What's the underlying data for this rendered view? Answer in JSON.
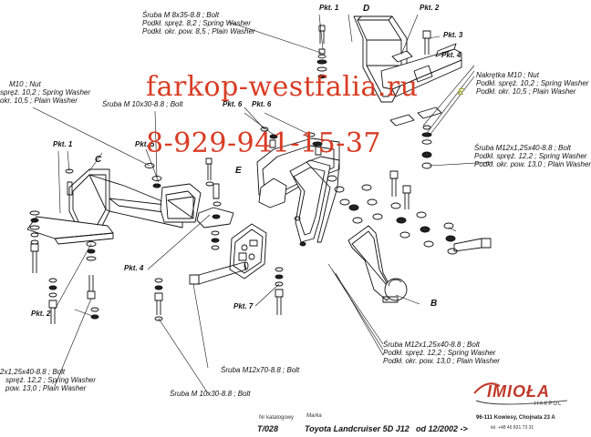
{
  "watermark": {
    "site": "farkop-westfalia.ru",
    "phone": "8-929-941-15-37"
  },
  "letters": {
    "d": "D",
    "c": "C",
    "e1": "E",
    "e2": "E",
    "b": "B"
  },
  "pkt": {
    "p1_top": "Pkt. 1",
    "p2_top": "Pkt. 2",
    "p3": "Pkt. 3",
    "p4_right": "Pkt. 4",
    "p1_left": "Pkt. 1",
    "p5": "Pkt. 5",
    "p6": "Pkt. 6",
    "p6b": "Pkt. 6",
    "p4_left": "Pkt. 4",
    "p2_left": "Pkt. 2",
    "p7": "Pkt. 7"
  },
  "callouts": {
    "top": [
      "Śruba M 8x35-8.8 ;  Bolt",
      "Podkł. spręż. 8,2 ; Spring Washer",
      "Podkł. okr. pow. 8,5 ; Plain Washer"
    ],
    "left_nut": [
      "M10 ; Nut",
      "spręż. 10,2 ; Spring Washer",
      "okr. 10,5 ; Plain Washer"
    ],
    "mid_bolt": "Śruba M 10x30-8.8 ;  Bolt",
    "right_nut": [
      "Nakrętka  M10 ; Nut",
      "Podkł. spręż. 10,2 ; Spring Washer",
      "Podkł. okr. 10,5 ; Plain Washer"
    ],
    "right_bolt": [
      "Śruba M12x1,25x40-8.8 ;  Bolt",
      "Podkł. spręż. 12,2 ; Spring Washer",
      "Podkł. okr. pow. 13,0 ; Plain Washer"
    ],
    "bottom_left": [
      "2x1,25x40-8.8 ;  Bolt",
      "spręż. 12,2 ; Spring Washer",
      "pow. 13,0 ; Plain Washer"
    ],
    "bolt_70": "Śruba M12x70-8.8 ;  Bolt",
    "bottom_right": [
      "Śruba M12x1,25x40-8.8 ;  Bolt",
      "Podkł. spręż. 12,2 ; Spring Washer",
      "Podkł. okr. pow. 13,0 ; Plain Washer"
    ],
    "bolt_30": "Śruba M 10x30-8.8 ;  Bolt"
  },
  "footer": {
    "catalog_label": "Nr katalogowy",
    "catalog_value": "T/028",
    "brand_label": "Marka",
    "model": "Toyota Landcruiser 5D J12",
    "date": "od 12/2002 ->",
    "logo": "IMIOŁA",
    "logo_sub": "HAKPOL",
    "address": "96-111 Kowiesy, Chojnata 23 A",
    "tel": "tel. +48 46 831 73 31"
  },
  "colors": {
    "watermark": "#d93c24",
    "logo": "#c0392b",
    "e_label_green": "#9aa82a"
  }
}
